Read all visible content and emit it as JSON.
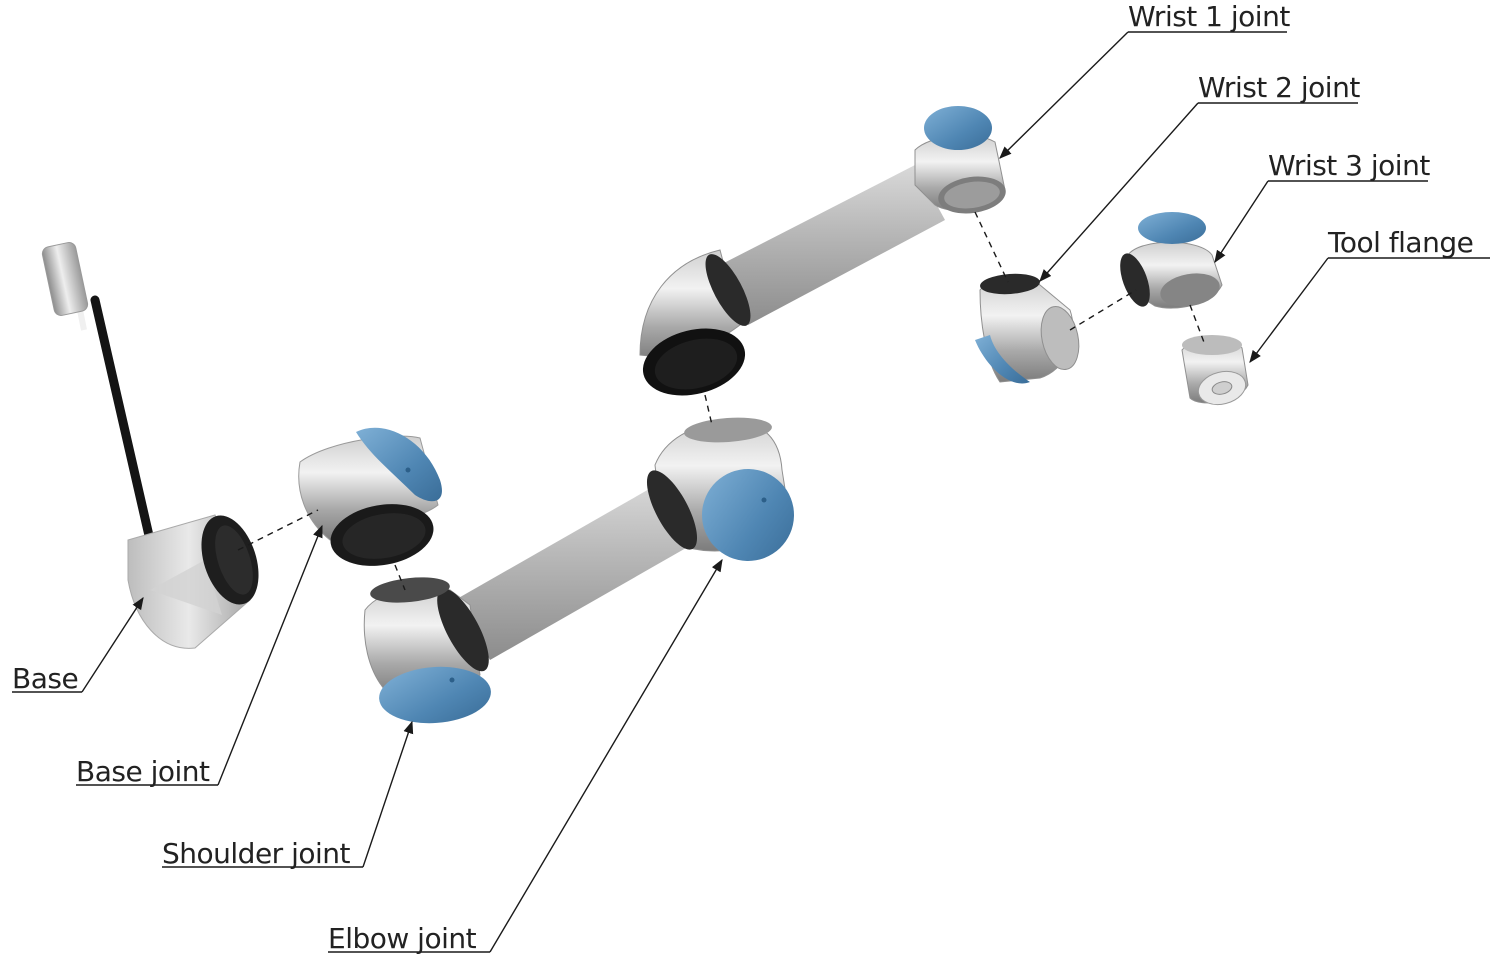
{
  "labels": {
    "base": "Base",
    "base_joint": "Base joint",
    "shoulder_joint": "Shoulder joint",
    "elbow_joint": "Elbow joint",
    "wrist1_joint": "Wrist 1 joint",
    "wrist2_joint": "Wrist 2 joint",
    "wrist3_joint": "Wrist 3 joint",
    "tool_flange": "Tool flange"
  },
  "colors": {
    "aluminium_light": "#e6e6e6",
    "aluminium_mid": "#b5b5b5",
    "aluminium_dark": "#8a8a8a",
    "joint_cap_blue": "#4f86b3",
    "joint_cap_blue_light": "#7fb0d6",
    "seal_black": "#1c1c1c",
    "cable_black": "#141414",
    "line": "#1a1a1a",
    "text": "#222222"
  }
}
